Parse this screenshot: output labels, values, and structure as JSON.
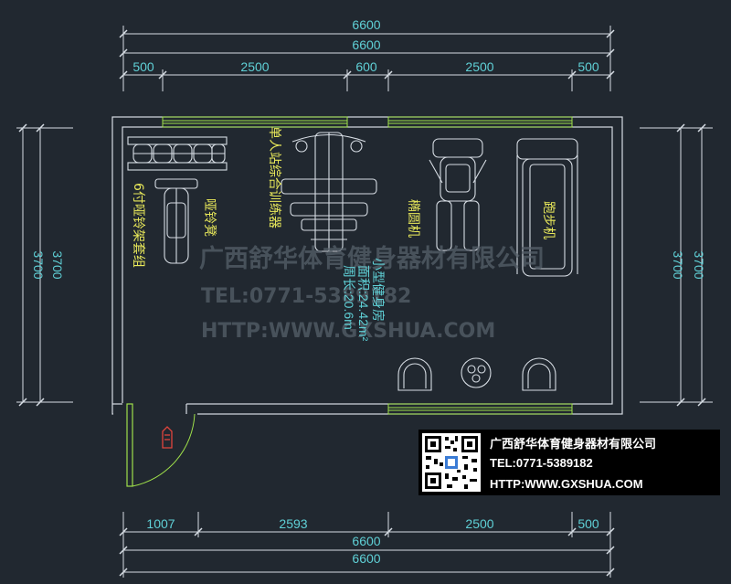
{
  "dimensions": {
    "top_overall_1": "6600",
    "top_overall_2": "6600",
    "top_segments": [
      "500",
      "2500",
      "600",
      "2500",
      "500"
    ],
    "bottom_segments": [
      "1007",
      "2593",
      "2500",
      "500"
    ],
    "bottom_overall_1": "6600",
    "bottom_overall_2": "6600",
    "left_side": [
      "3700",
      "3700"
    ],
    "right_side": [
      "3700",
      "3700"
    ]
  },
  "labels": {
    "dumbbell_rack": "6付哑铃架套组",
    "dumbbell_bench": "哑铃凳",
    "station_trainer": "单人站综合训练器",
    "elliptical": "椭圆机",
    "treadmill": "跑步机",
    "gym_name": "小型健身房",
    "area": "面积:24.42m²",
    "perimeter": "周长:20.6m"
  },
  "watermark": {
    "company": "广西舒华体育健身器材有限公司",
    "tel": "TEL:0771-5389182",
    "url": "HTTP:WWW.GXSHUA.COM"
  },
  "company_box": {
    "name": "广西舒华体育健身器材有限公司",
    "tel": "TEL:0771-5389182",
    "url": "HTTP:WWW.GXSHUA.COM"
  },
  "colors": {
    "background": "#212830",
    "dimension": "#5fd0d6",
    "label": "#e8e85a",
    "window": "#9fe04a",
    "wall": "#d7dde4"
  }
}
